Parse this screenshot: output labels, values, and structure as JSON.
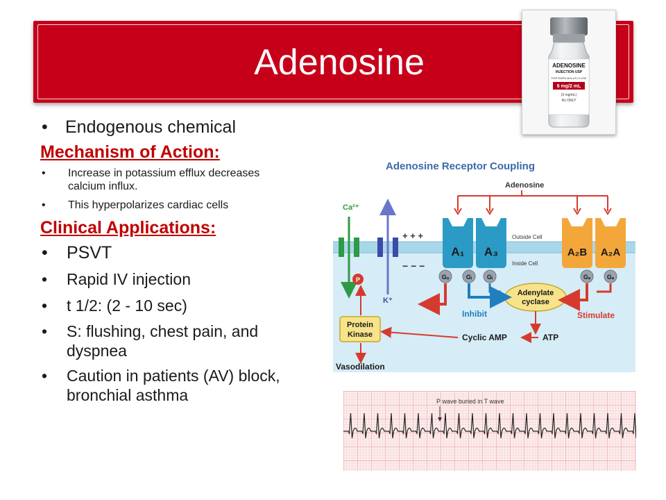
{
  "slide": {
    "title": "Adenosine",
    "accent_color": "#c7001a",
    "heading_color": "#c00000"
  },
  "content": {
    "intro_bullet": "Endogenous chemical",
    "mechanism": {
      "heading": "Mechanism of Action:",
      "bullets": [
        "Increase in potassium efflux decreases calcium influx.",
        "This hyperpolarizes cardiac cells"
      ]
    },
    "clinical": {
      "heading": "Clinical Applications:",
      "bullets": [
        "PSVT",
        "Rapid IV injection",
        "t 1/2: (2 - 10 sec)",
        "S: flushing, chest pain, and dyspnea",
        "Caution in patients (AV) block, bronchial asthma"
      ]
    }
  },
  "vial": {
    "line1": "ADENOSINE",
    "line2": "INJECTION USP",
    "line3": "FOR RAPID BOLUS IV USE",
    "dose": "6 mg/2 mL",
    "line5": "(3 mg/mL)",
    "line6": "Rx ONLY"
  },
  "diagram": {
    "title": "Adenosine Receptor Coupling",
    "ligand": "Adenosine",
    "ca_label": "Ca²⁺",
    "k_label": "K⁺",
    "plus_signs": "+ + +",
    "minus_signs": "− − −",
    "outside_label": "Outside Cell",
    "inside_label": "Inside Cell",
    "receptors": [
      "A₁",
      "A₃",
      "A₂B",
      "A₂A"
    ],
    "g_proteins": [
      "Gₒ",
      "Gᵢ",
      "Gᵢ",
      "Gₛ",
      "Gₛ"
    ],
    "p_label": "P",
    "enzyme": [
      "Adenylate",
      "cyclase"
    ],
    "inhibit": "Inhibit",
    "stimulate": "Stimulate",
    "kinase": [
      "Protein",
      "Kinase"
    ],
    "camp": "Cyclic AMP",
    "atp": "ATP",
    "vasodilation": "Vasodilation"
  },
  "ecg": {
    "annotation": "P wave buried in T wave"
  }
}
